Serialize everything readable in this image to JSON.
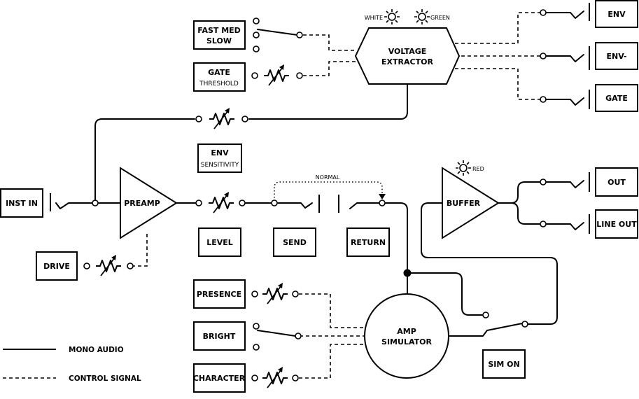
{
  "blocks": {
    "fast_med": "FAST MED",
    "slow": "SLOW",
    "gate_ctl": "GATE",
    "threshold": "THRESHOLD",
    "voltage_extractor_1": "VOLTAGE",
    "voltage_extractor_2": "EXTRACTOR",
    "white": "WHITE",
    "green": "GREEN",
    "env_out": "ENV",
    "env_minus_out": "ENV-",
    "gate_out": "GATE",
    "env_sens": "ENV",
    "sensitivity": "SENSITIVITY",
    "inst_in": "INST IN",
    "preamp": "PREAMP",
    "drive": "DRIVE",
    "level": "LEVEL",
    "send": "SEND",
    "return": "RETURN",
    "normal": "NORMAL",
    "buffer": "BUFFER",
    "red": "RED",
    "out": "OUT",
    "line_out": "LINE OUT",
    "presence": "PRESENCE",
    "bright": "BRIGHT",
    "character": "CHARACTER",
    "amp_sim_1": "AMP",
    "amp_sim_2": "SIMULATOR",
    "sim_on": "SIM ON"
  },
  "legend": {
    "mono_audio": "MONO AUDIO",
    "control_signal": "CONTROL SIGNAL"
  }
}
